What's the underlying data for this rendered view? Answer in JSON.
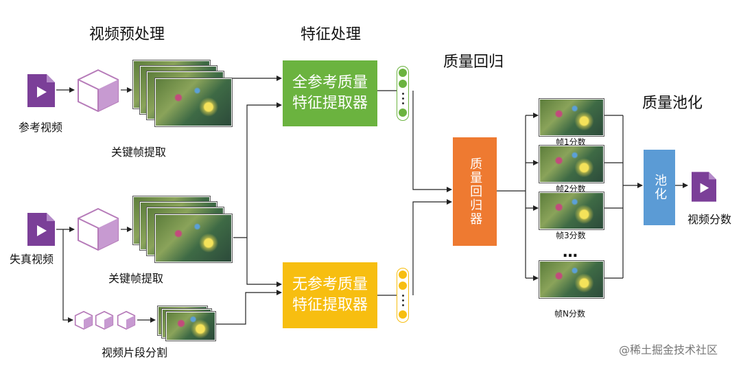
{
  "headers": {
    "preprocess": "视频预处理",
    "feature": "特征处理",
    "regression": "质量回归",
    "pooling": "质量池化"
  },
  "labels": {
    "ref_video": "参考视频",
    "dist_video": "失真视频",
    "keyframe_top": "关键帧提取",
    "keyframe_bottom": "关键帧提取",
    "segment": "视频片段分割",
    "video_score": "视频分数"
  },
  "boxes": {
    "fr_extractor": "全参考质量\n特征提取器",
    "nr_extractor": "无参考质量\n特征提取器",
    "regressor": "质量回归器",
    "pooling": "池化"
  },
  "frames": [
    "帧1分数",
    "帧2分数",
    "帧3分数",
    "帧N分数"
  ],
  "ellipsis": "…",
  "watermark": "@稀土掘金技术社区",
  "colors": {
    "green": "#6bb33f",
    "yellow": "#f7be10",
    "orange": "#ee7a31",
    "blue": "#5b9bd5",
    "purple": "#7b3f98",
    "cube": "#b67bb9"
  }
}
